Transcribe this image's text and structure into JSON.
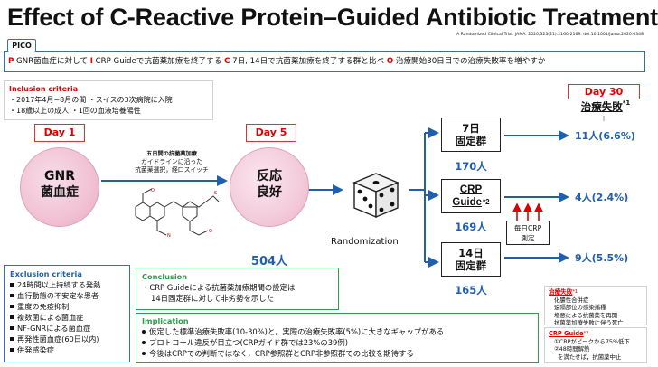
{
  "title": "Effect of C-Reactive Protein–Guided Antibiotic Treatment",
  "citation": "A Randomized Clinical Trial. JAMA. 2020;323(21):2160-2169. doi:10.1001/jama.2020.6348",
  "pico": {
    "tag": "PICO",
    "p_letter": "P",
    "p_text": " GNR菌血症に対して ",
    "i_letter": "I",
    "i_text": " CRP Guideで抗菌薬加療を終了する ",
    "c_letter": "C",
    "c_text": " 7日, 14日で抗菌薬加療を終了する群と比べ ",
    "o_letter": "O",
    "o_text": " 治療開始30日目での治療失敗率を増やすか"
  },
  "inclusion": {
    "title": "Inclusion criteria",
    "line1": "・2017年4月~8月の間 ・スイスの3次病院に入院",
    "line2": "・18歳以上の成人 ・1回の血液培養陽性"
  },
  "day1": {
    "label": "Day 1",
    "circle_line1": "GNR",
    "circle_line2": "菌血症"
  },
  "antibiotic": {
    "title": "五日間の抗菌薬加療",
    "sub1": "ガイドラインに沿った",
    "sub2": "抗菌薬選択，経口スイッチ"
  },
  "day5": {
    "label": "Day 5",
    "circle_line1": "反応",
    "circle_line2": "良好",
    "n": "504人"
  },
  "randomization": "Randomization",
  "groups": [
    {
      "line1": "7日",
      "line2": "固定群",
      "n": "170人",
      "outcome": "11人(6.6%)"
    },
    {
      "line1": "CRP",
      "line2": "Guide",
      "mark": "*2",
      "n": "169人",
      "outcome": "4人(2.4%)"
    },
    {
      "line1": "14日",
      "line2": "固定群",
      "n": "165人",
      "outcome": "9人(5.5%)"
    }
  ],
  "daily_crp": {
    "line1": "毎日CRP",
    "line2": "測定"
  },
  "day30": {
    "label": "Day 30",
    "sub": "治療失敗",
    "mark": "*1"
  },
  "exclusion": {
    "title": "Exclusion criteria",
    "items": [
      "24時間以上持続する発熱",
      "血行動態の不安定な患者",
      "重度の免疫抑制",
      "複数菌による菌血症",
      "NF-GNRによる菌血症",
      "再発性菌血症(60日以内)",
      "併発感染症"
    ]
  },
  "conclusion": {
    "title": "Conclusion",
    "line1": "・CRP Guideによる抗菌薬加療期間の設定は",
    "line2": "14日固定群に対して非劣勢を示した"
  },
  "implication": {
    "title": "Implication",
    "items": [
      "仮定した標準治療失敗率(10-30%)と，実際の治療失敗率(5%)に大きなギャップがある",
      "プロトコール違反が目立つ(CRPガイド群では23%の39例)",
      "今後はCRPでの判断ではなく，CRP参照群とCRP非参照群での比較を期待する"
    ]
  },
  "note1": {
    "title": "治療失敗",
    "mark": "*1",
    "items": [
      "化膿性合併症",
      "遠隔部位の感染播種",
      "増悪による抗菌薬を再開",
      "抗菌薬加療失敗に伴う死亡"
    ]
  },
  "note2": {
    "title": "CRP Guide",
    "mark": "*2",
    "items": [
      "①CRPがピークから75%低下",
      "②48時間解熱",
      "を満たせば，抗菌薬中止"
    ]
  },
  "colors": {
    "red": "#e00000",
    "blue": "#1f5fb0",
    "green": "#2e9e4a",
    "pink": "#f3c9d9"
  }
}
